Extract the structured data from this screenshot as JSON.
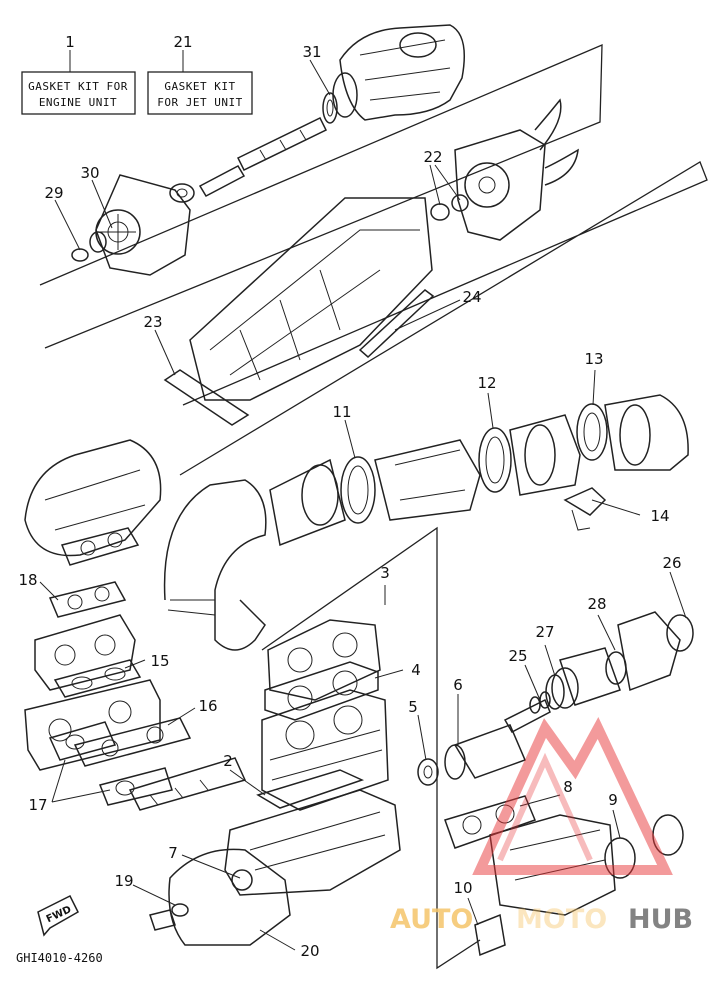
{
  "diagram": {
    "figure_code": "GHI4010-4260",
    "fwd_label": "FWD",
    "watermark": {
      "left": "AUTO",
      "right": "HUB",
      "middle": "MOTO"
    },
    "kit_boxes": [
      {
        "ref": "1",
        "line1": "GASKET KIT FOR",
        "line2": "ENGINE UNIT"
      },
      {
        "ref": "21",
        "line1": "GASKET KIT",
        "line2": "FOR JET UNIT"
      }
    ],
    "callouts": [
      "2",
      "3",
      "4",
      "5",
      "6",
      "7",
      "8",
      "9",
      "10",
      "11",
      "12",
      "13",
      "14",
      "15",
      "16",
      "17",
      "18",
      "19",
      "20",
      "22",
      "23",
      "24",
      "25",
      "26",
      "27",
      "28",
      "29",
      "30",
      "31"
    ],
    "colors": {
      "line": "#222222",
      "watermark_red": "#e8383b",
      "watermark_orange": "#f5c56a",
      "watermark_gray": "#6e6e6e"
    }
  }
}
